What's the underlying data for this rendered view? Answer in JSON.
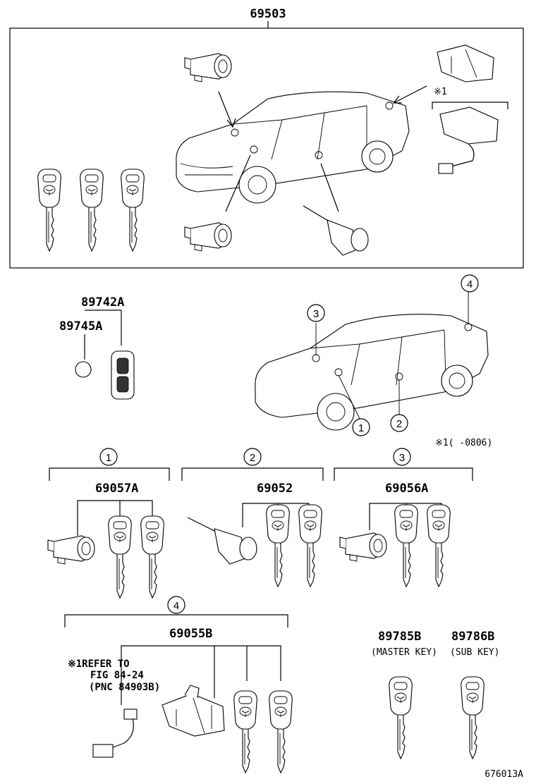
{
  "title_part": "69503",
  "labels": {
    "transmitter": "89742A",
    "battery": "89745A",
    "set1": "69057A",
    "set2": "69052",
    "set3": "69056A",
    "set4": "69055B",
    "master_key": "89785B",
    "sub_key": "89786B"
  },
  "sub_labels": {
    "master_key": "(MASTER KEY)",
    "sub_key": "(SUB KEY)"
  },
  "notes": {
    "star1": "※1",
    "applicability": "※1(    -0806)",
    "refer_line1": "※1REFER TO",
    "refer_line2": "FIG 84-24",
    "refer_line3": "(PNC 84903B)"
  },
  "callouts": {
    "c1": "1",
    "c2": "2",
    "c3": "3",
    "c4": "4"
  },
  "illustration_code": "676013A"
}
